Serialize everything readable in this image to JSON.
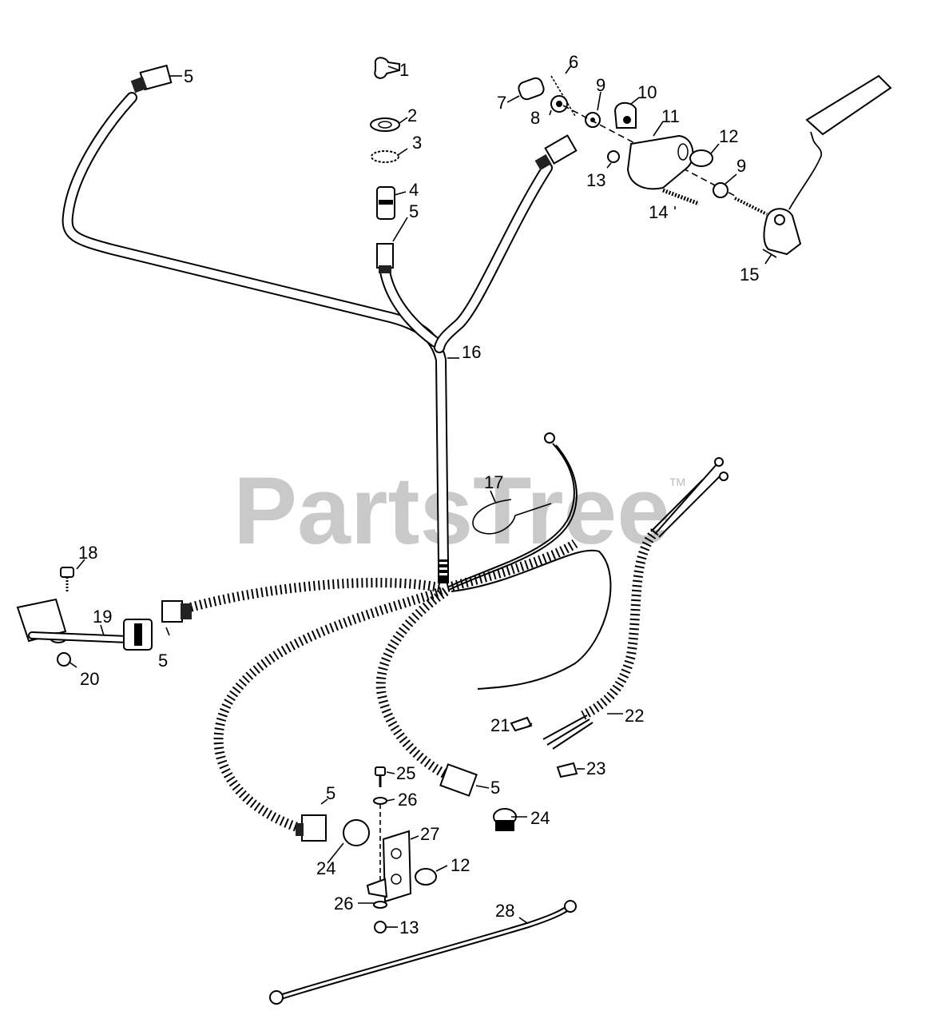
{
  "watermark": {
    "text": "PartsTree",
    "tm": "TM"
  },
  "callouts": {
    "c1": "1",
    "c2": "2",
    "c3": "3",
    "c4": "4",
    "c5a": "5",
    "c5b": "5",
    "c6": "6",
    "c7": "7",
    "c8": "8",
    "c9a": "9",
    "c10": "10",
    "c11": "11",
    "c12a": "12",
    "c13a": "13",
    "c9b": "9",
    "c14": "14",
    "c15": "15",
    "c16": "16",
    "c17": "17",
    "c18": "18",
    "c19": "19",
    "c5c": "5",
    "c20": "20",
    "c21": "21",
    "c22": "22",
    "c23": "23",
    "c25": "25",
    "c5d": "5",
    "c5e": "5",
    "c26a": "26",
    "c24a": "24",
    "c27": "27",
    "c24b": "24",
    "c12b": "12",
    "c26b": "26",
    "c13b": "13",
    "c28": "28"
  }
}
